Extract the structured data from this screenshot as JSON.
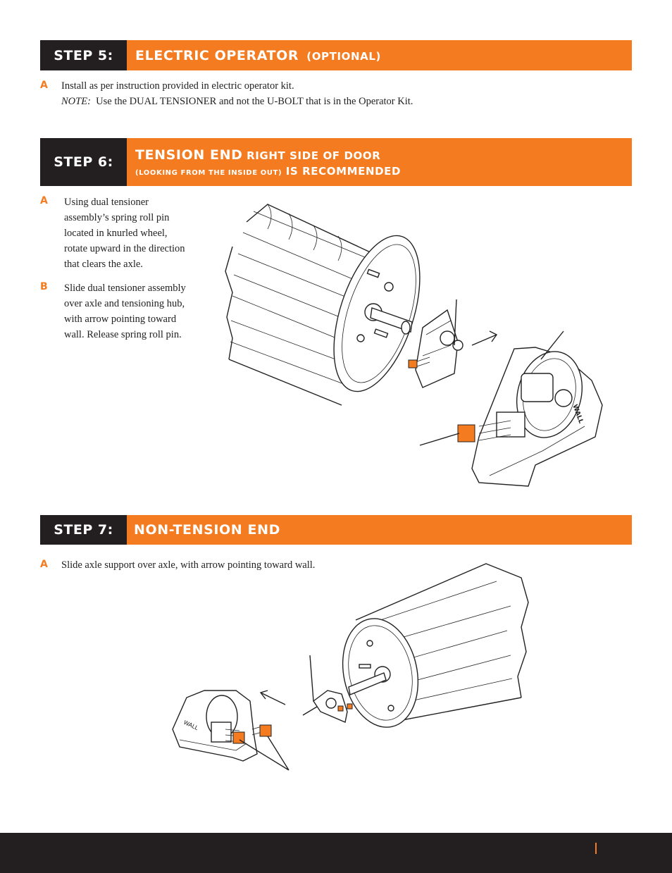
{
  "step5": {
    "label": "STEP 5:",
    "title": "ELECTRIC OPERATOR",
    "title_suffix": "(OPTIONAL)",
    "item_a_letter": "A",
    "item_a_text": "Install as per instruction provided in electric operator kit.",
    "note_label": "NOTE:",
    "note_text": "Use the DUAL TENSIONER and not the U-BOLT that is in the Operator Kit."
  },
  "step6": {
    "label": "STEP 6:",
    "title": "TENSION END",
    "title_rest": "RIGHT SIDE OF DOOR",
    "subtitle_small": "(LOOKING FROM THE INSIDE OUT)",
    "subtitle_rest": "IS RECOMMENDED",
    "item_a_letter": "A",
    "item_a_lines": [
      "Using dual tensioner",
      "assembly’s spring roll pin",
      "located in knurled wheel,",
      "rotate upward in the direction",
      "that clears the axle."
    ],
    "item_b_letter": "B",
    "item_b_lines": [
      "Slide dual tensioner assembly",
      "over axle and tensioning hub,",
      "with arrow pointing toward",
      "wall.  Release spring roll pin."
    ]
  },
  "step7": {
    "label": "STEP 7:",
    "title": "NON-TENSION END",
    "item_a_letter": "A",
    "item_a_text": "Slide axle support over axle, with arrow pointing toward wall."
  },
  "diagram_labels": {
    "wall_label": "WALL"
  },
  "colors": {
    "accent": "#f47b20",
    "dark": "#231f20"
  }
}
